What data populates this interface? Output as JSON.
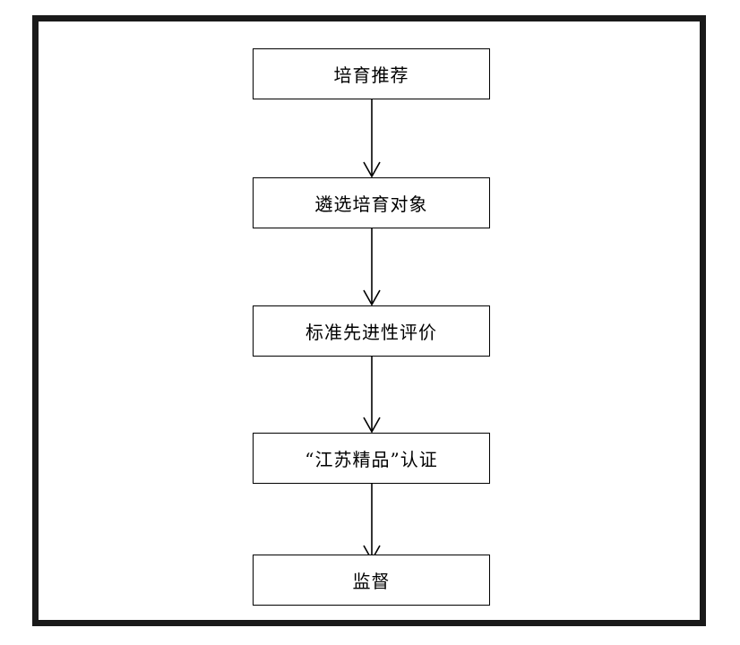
{
  "flowchart": {
    "steps": [
      {
        "label": "培育推荐"
      },
      {
        "label": "遴选培育对象"
      },
      {
        "label": "标准先进性评价"
      },
      {
        "label": "“江苏精品”认证"
      },
      {
        "label": "监督"
      }
    ],
    "colors": {
      "frame": "#1a1a1a",
      "box_border": "#000000",
      "text": "#000000",
      "background": "#ffffff"
    }
  }
}
